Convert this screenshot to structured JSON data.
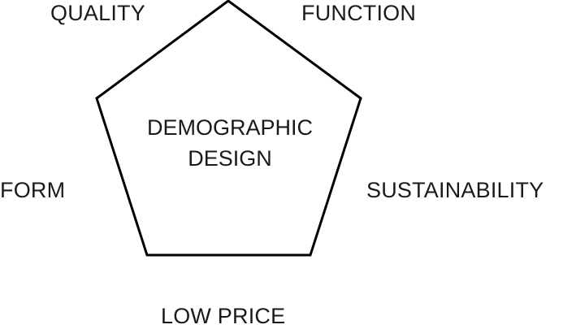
{
  "diagram": {
    "center_label": [
      "DEMOGRAPHIC",
      "DESIGN"
    ],
    "labels": {
      "quality": "QUALITY",
      "function": "FUNCTION",
      "form": "FORM",
      "sustainability": "SUSTAINABILITY",
      "low_price": "LOW PRICE"
    },
    "stroke_color": "#000000",
    "text_color": "#1a1a1a"
  }
}
